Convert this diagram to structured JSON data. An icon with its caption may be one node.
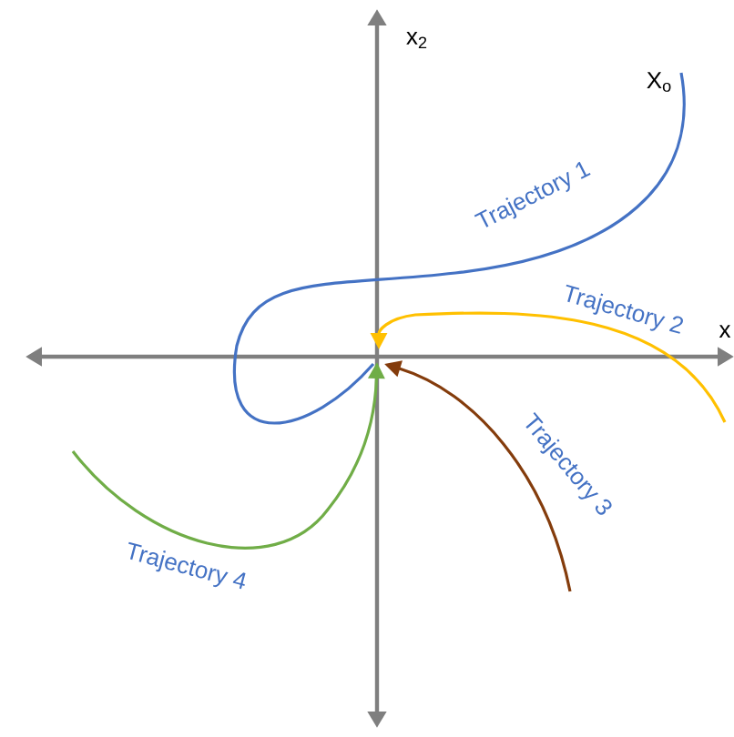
{
  "diagram": {
    "labels": [
      "x$_{2}$",
      "X$_{o}$",
      "Trajectory 1",
      "Trajectory 2",
      "x",
      "Trajectory 3",
      "Trajectory 4"
    ]
  }
}
